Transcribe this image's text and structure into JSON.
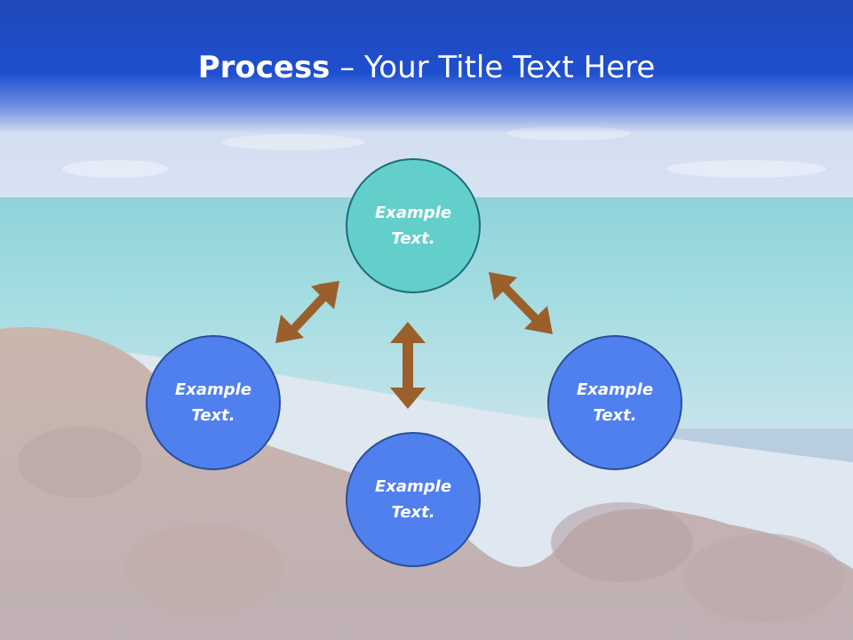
{
  "slide": {
    "title_bold": "Process",
    "title_rest": " – Your Title Text Here"
  },
  "nodes": {
    "top": {
      "text": "Example\nText."
    },
    "left": {
      "text": "Example\nText."
    },
    "bottom": {
      "text": "Example\nText."
    },
    "right": {
      "text": "Example\nText."
    }
  },
  "colors": {
    "header_blue": "#1e4fcf",
    "node_teal": "#63cfcb",
    "node_blue": "#5080ee",
    "arrow_brown": "#9a5f2b"
  }
}
